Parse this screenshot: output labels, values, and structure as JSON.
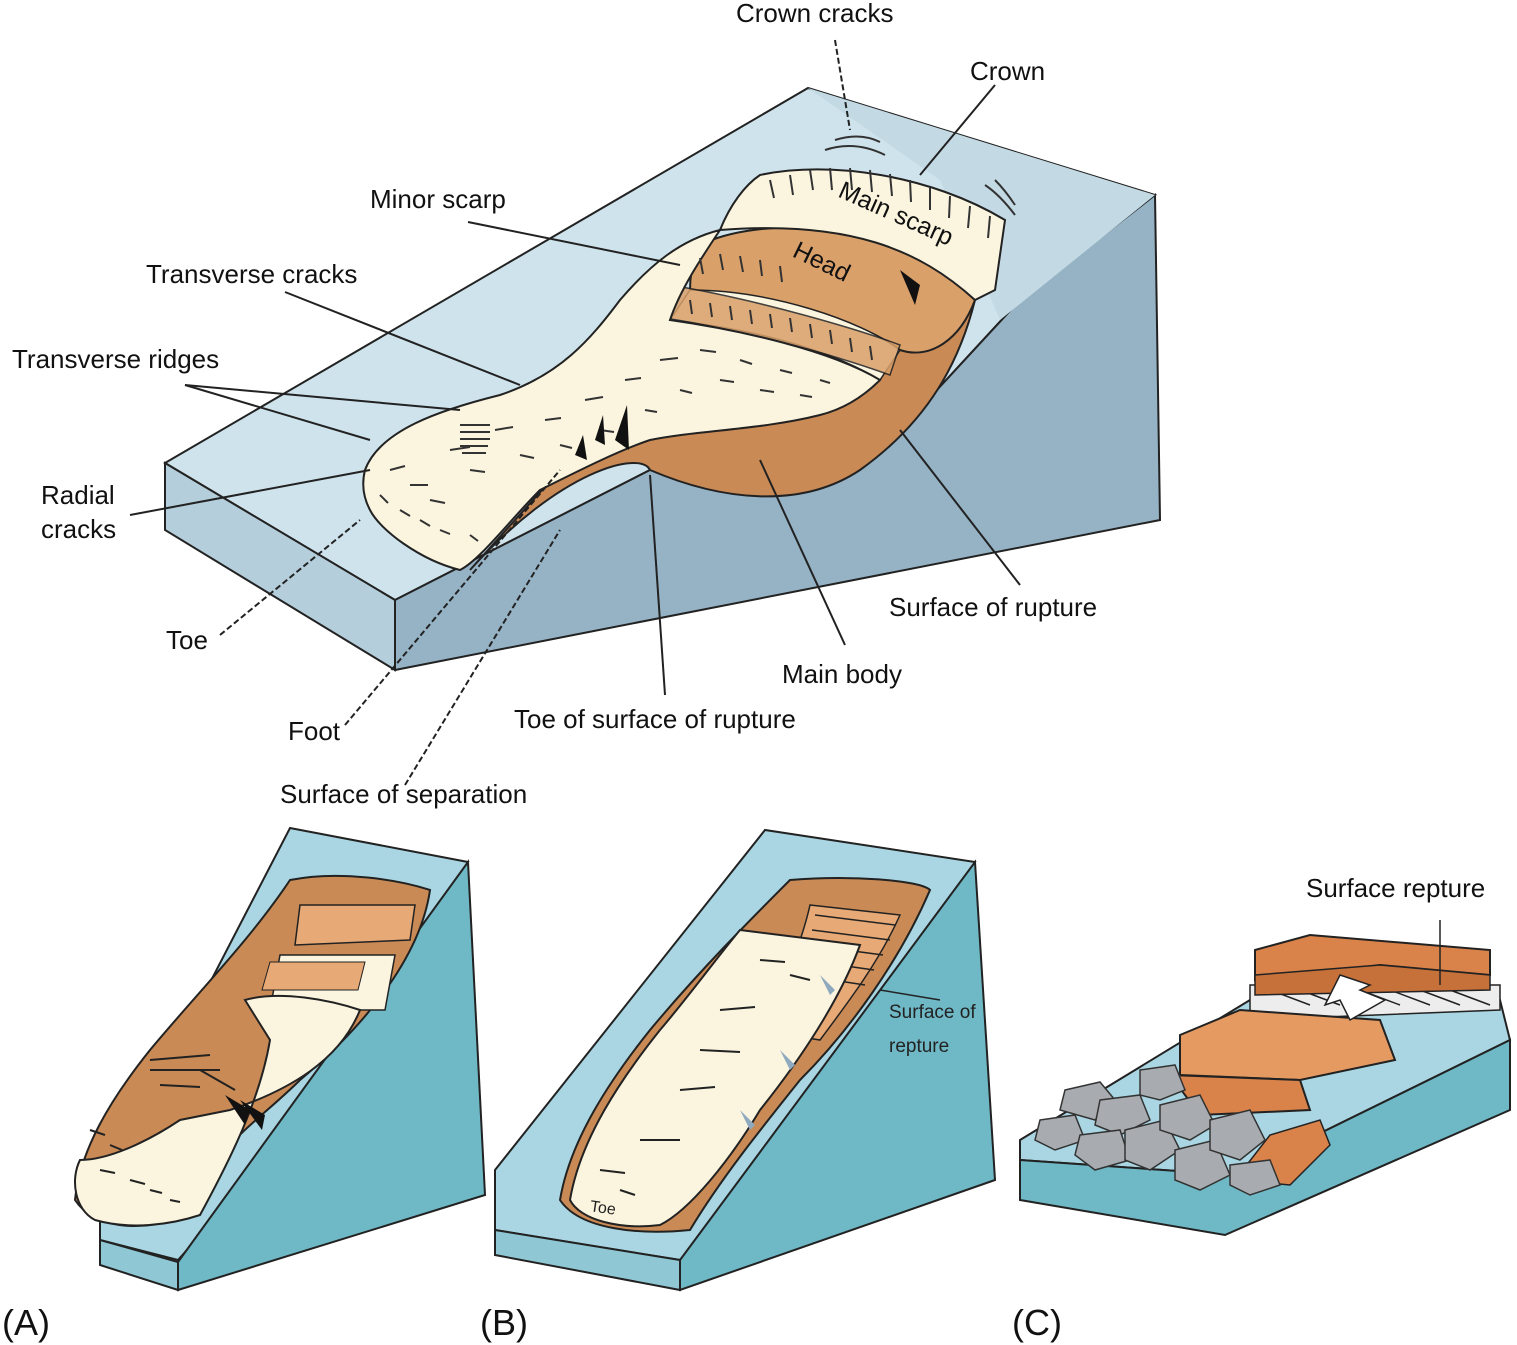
{
  "labels": {
    "crown_cracks": "Crown cracks",
    "crown": "Crown",
    "minor_scarp": "Minor scarp",
    "transverse_cracks": "Transverse cracks",
    "transverse_ridges": "Transverse ridges",
    "radial_cracks": "Radial cracks",
    "toe": "Toe",
    "foot": "Foot",
    "surface_of_separation": "Surface of separation",
    "toe_of_surface_of_rupture": "Toe of surface of rupture",
    "main_body": "Main body",
    "surface_of_rupture": "Surface of rupture",
    "main_scarp": "Main scarp",
    "head": "Head",
    "b_surface_of_repture": "Surface of repture",
    "c_surface_repture": "Surface repture",
    "b_toe": "Toe"
  },
  "panels": {
    "a": "(A)",
    "b": "(B)",
    "c": "(C)"
  },
  "colors": {
    "block_top": "#cfe3ec",
    "block_side": "#95b3c5",
    "block_side_dark": "#7fa2b6",
    "rupture": "#c98a55",
    "head": "#d9a06a",
    "body": "#fbf5df",
    "small_block": "#a9d6e2",
    "small_side": "#6fb8c6",
    "rock": "#a8acb0"
  }
}
